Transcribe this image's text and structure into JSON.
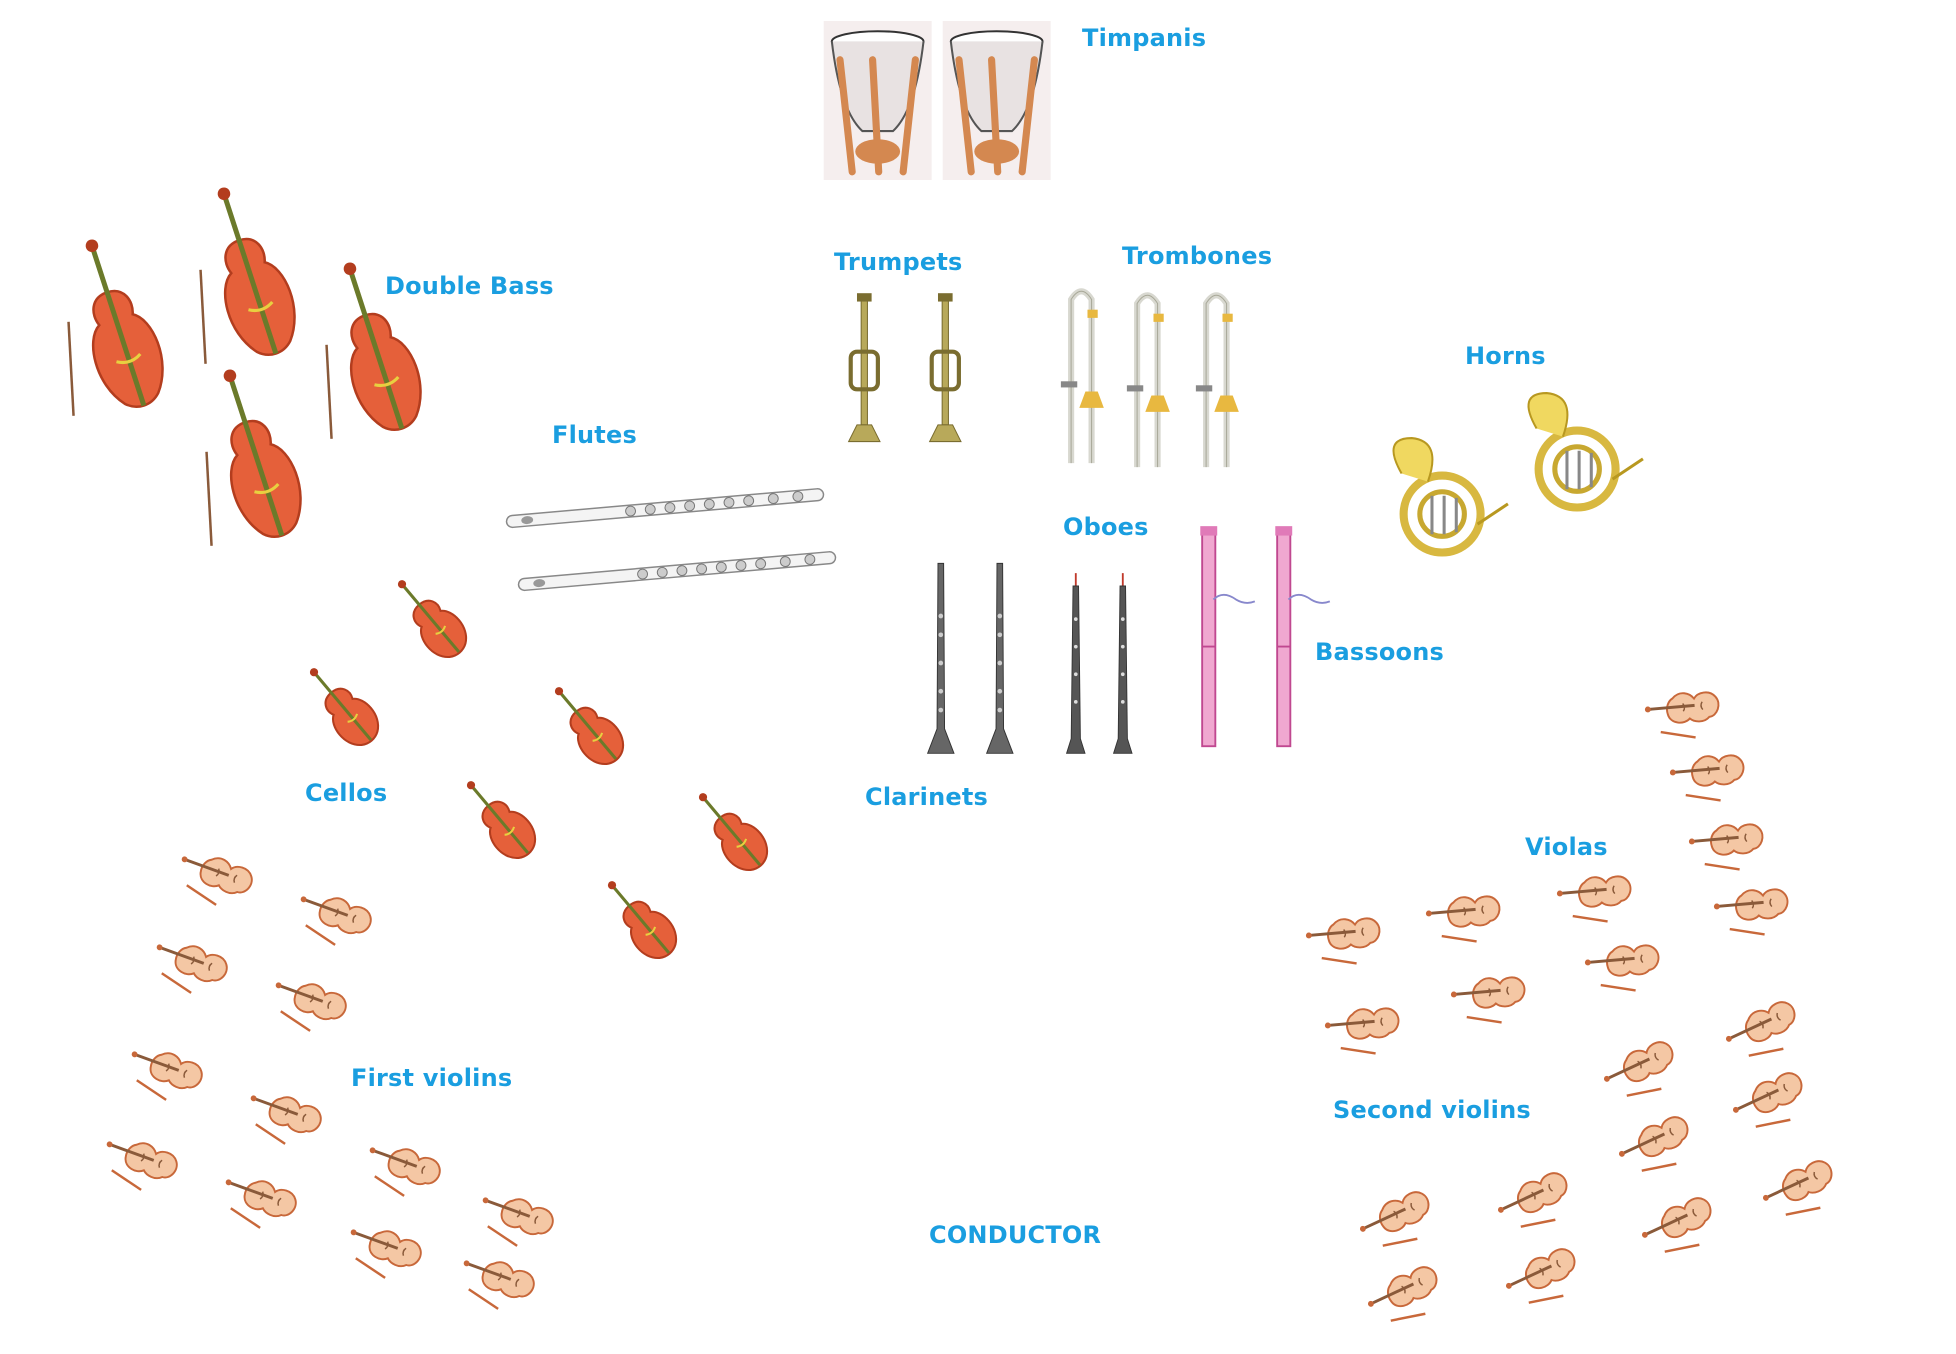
{
  "labels": {
    "timpanis": "Timpanis",
    "double_bass": "Double Bass",
    "trumpets": "Trumpets",
    "trombones": "Trombones",
    "horns": "Horns",
    "flutes": "Flutes",
    "oboes": "Oboes",
    "bassoons": "Bassoons",
    "clarinets": "Clarinets",
    "cellos": "Cellos",
    "violas": "Violas",
    "first_violins": "First violins",
    "second_violins": "Second violins",
    "conductor": "CONDUCTOR"
  },
  "colors": {
    "label": "#1a9ee0",
    "string_body": "#e5603a",
    "violin_body": "#f4c7a4",
    "brass": "#d8c36a",
    "woodwind": "#555555",
    "bassoon": "#e07ab8"
  }
}
